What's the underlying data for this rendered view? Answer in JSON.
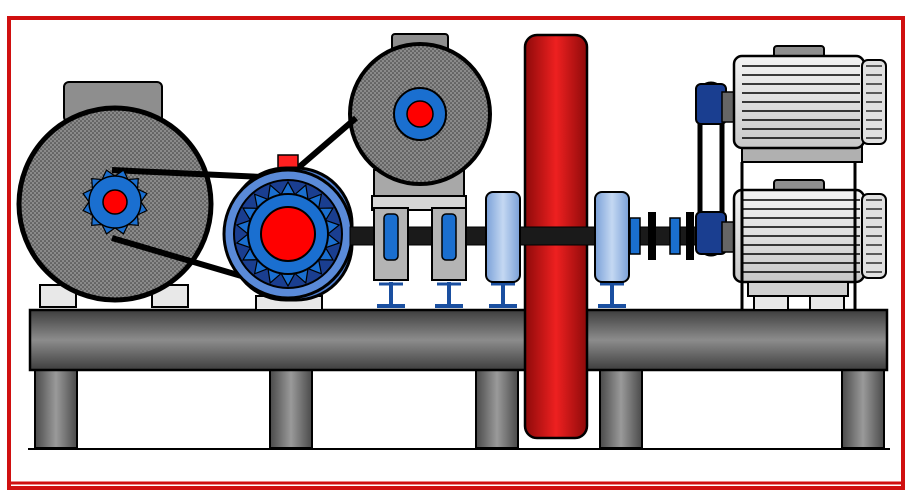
{
  "diagram": {
    "components": [
      {
        "id": "drive-motor",
        "icon": "motor-icon"
      },
      {
        "id": "drive-sprocket",
        "icon": "sprocket-icon"
      },
      {
        "id": "gearbox",
        "icon": "gear-icon"
      },
      {
        "id": "upper-pulley",
        "icon": "pulley-icon"
      },
      {
        "id": "main-shaft",
        "icon": "shaft-icon"
      },
      {
        "id": "bearing-pedestals",
        "icon": "bearing-icon"
      },
      {
        "id": "couplings",
        "icon": "coupling-icon"
      },
      {
        "id": "flywheel",
        "icon": "flywheel-icon"
      },
      {
        "id": "upper-motor",
        "icon": "motor-icon"
      },
      {
        "id": "lower-motor",
        "icon": "motor-icon"
      },
      {
        "id": "vertical-belt",
        "icon": "belt-icon"
      },
      {
        "id": "base-frame",
        "icon": "frame-icon"
      }
    ],
    "colors": {
      "frame_border": "#d01010",
      "motor_gray": "#8e8e8e",
      "motor_body_light": "#e4e4e4",
      "gearbox_blue": "#4f7fcf",
      "coupling_blue": "#9cbce6",
      "flywheel_red": "#c81414",
      "hub_red": "#ff0000",
      "base_gray": "#5a5a5a",
      "outline": "#000000"
    }
  }
}
